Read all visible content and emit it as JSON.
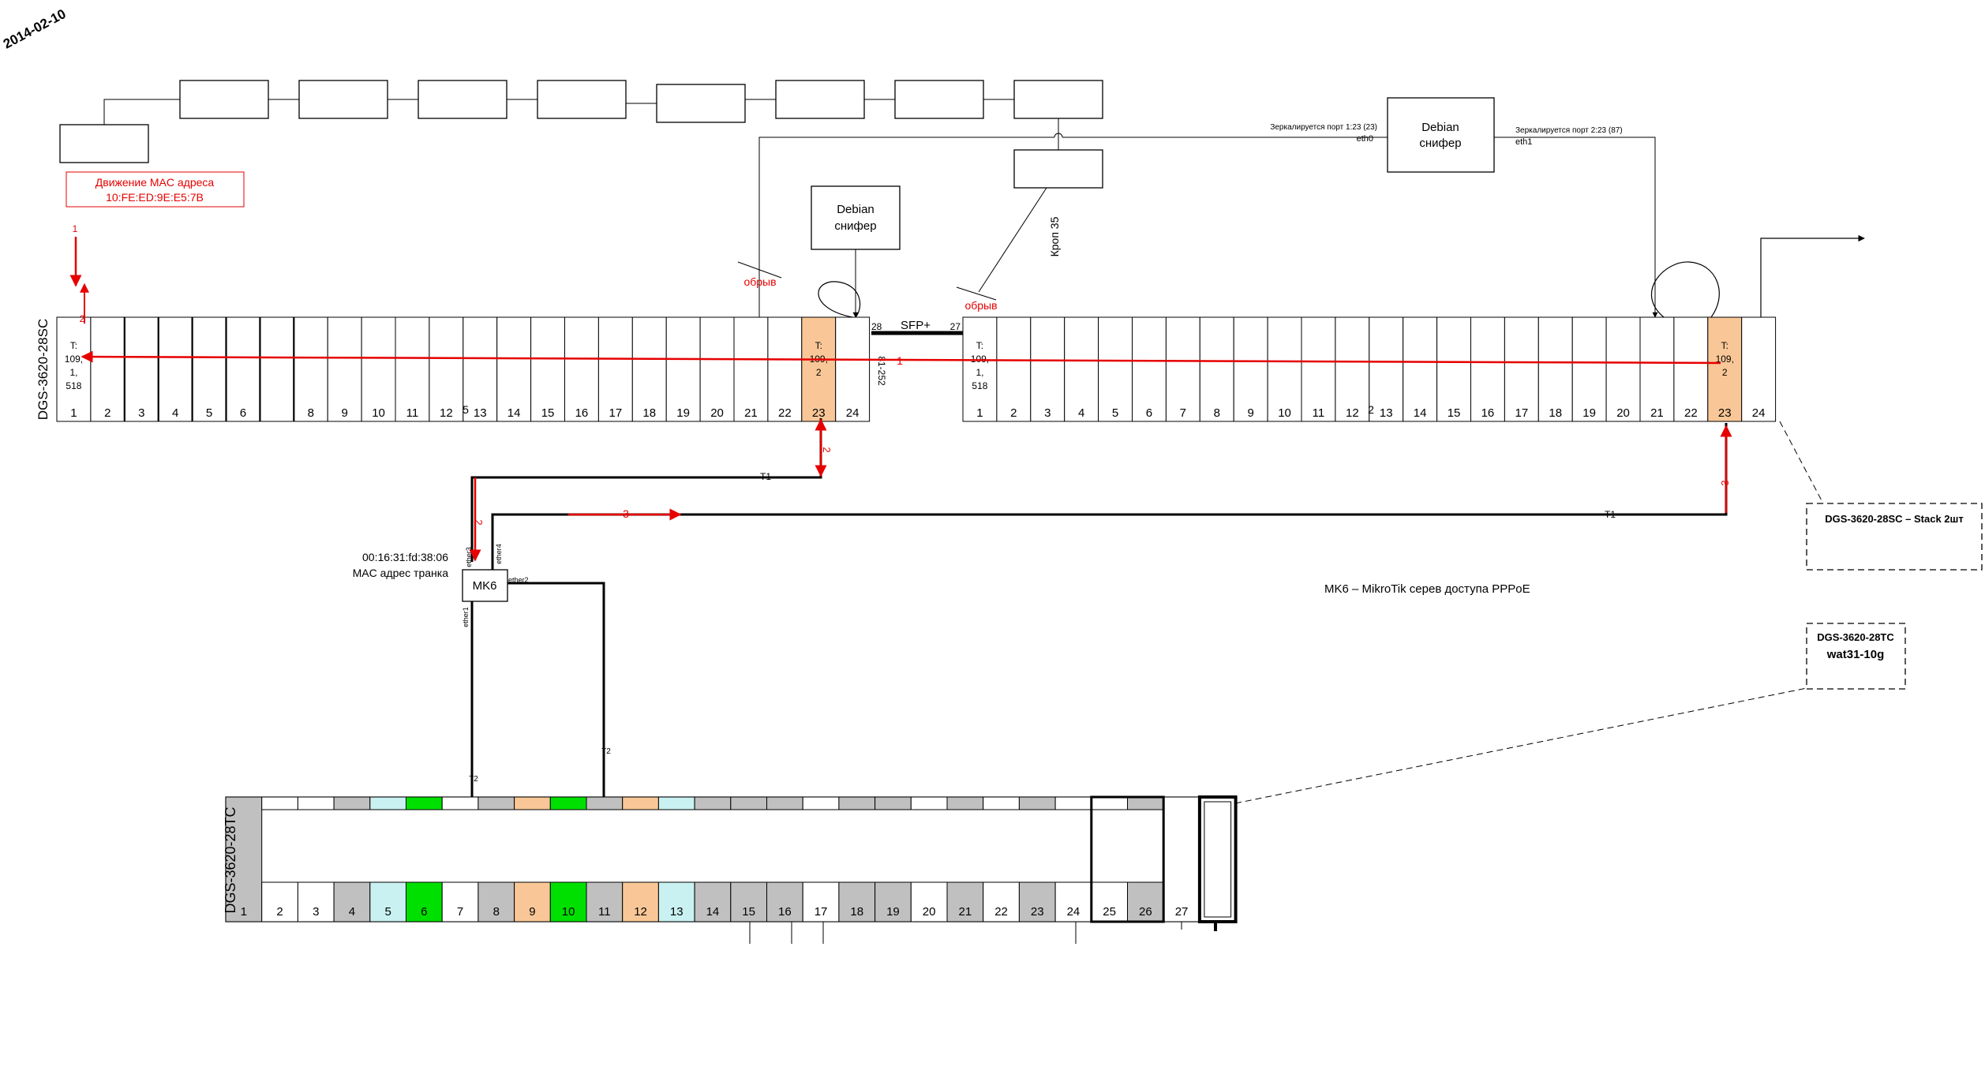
{
  "date_stamp": "2014-02-10",
  "mac_movement": {
    "line1": "Движение MAC адреса",
    "line2": "10:FE:ED:9E:E5:7B"
  },
  "sniffer_left": {
    "line1": "Debian",
    "line2": "снифер"
  },
  "sniffer_right": {
    "line1": "Debian",
    "line2": "снифер"
  },
  "mirror_left": {
    "text": "Зеркалируется порт 1:23 (23)",
    "iface": "eth0"
  },
  "mirror_right": {
    "text": "Зеркалируется порт 2:23 (87)",
    "iface": "eth1"
  },
  "krop_label": "Кроп 35",
  "break_label": "обрыв",
  "sfp_label": "SFP+",
  "sfp_port_left": "28",
  "sfp_port_right": "27",
  "uplink_label": "81-252",
  "switch_stack_name": "DGS-3620-28SC",
  "switch_stack_note": "DGS-3620-28SC – Stack 2шт",
  "stack_ports_1": [
    "1",
    "2",
    "3",
    "4",
    "5",
    "6",
    "",
    "8",
    "9",
    "10",
    "11",
    "12",
    "13",
    "14",
    "15",
    "16",
    "17",
    "18",
    "19",
    "20",
    "21",
    "22",
    "23",
    "24"
  ],
  "stack_ports_2": [
    "1",
    "2",
    "3",
    "4",
    "5",
    "6",
    "7",
    "8",
    "9",
    "10",
    "11",
    "12",
    "13",
    "14",
    "15",
    "16",
    "17",
    "18",
    "19",
    "20",
    "21",
    "22",
    "23",
    "24"
  ],
  "stack_overlay_1": "5",
  "stack_overlay_2": "2",
  "port_tag_left": [
    "T:",
    "109,",
    "1,",
    "518"
  ],
  "port_tag_mid": [
    "T:",
    "109,",
    "2"
  ],
  "port_tag_right": [
    "T:",
    "109,",
    "1,",
    "518"
  ],
  "port_tag_far": [
    "T:",
    "109,",
    "2"
  ],
  "route_labels": {
    "step1": "1",
    "step2": "2",
    "step3": "3",
    "trunk1": "T1",
    "trunk2": "T2"
  },
  "router": {
    "name": "MK6",
    "mac": "00:16:31:fd:38:06",
    "mac_caption": "MAC адрес транка",
    "ether1": "ether1",
    "ether2": "ether2",
    "ether3": "ether3",
    "ether4": "ether4",
    "note": "MK6 – MikroTik серев доступа PPPoE"
  },
  "switch_tc": {
    "name": "DGS-3620-28TC",
    "callout_line1": "DGS-3620-28TC",
    "callout_line2": "wat31-10g",
    "ports": [
      "1",
      "2",
      "3",
      "4",
      "5",
      "6",
      "7",
      "8",
      "9",
      "10",
      "11",
      "12",
      "13",
      "14",
      "15",
      "16",
      "17",
      "18",
      "19",
      "20",
      "21",
      "22",
      "23",
      "24",
      "25",
      "26",
      "27"
    ],
    "port_colors": [
      "#c0c0c0",
      "#ffffff",
      "#ffffff",
      "#c0c0c0",
      "#c9f1f1",
      "#00e000",
      "#ffffff",
      "#c0c0c0",
      "#f9c797",
      "#00e000",
      "#c0c0c0",
      "#f9c797",
      "#c9f1f1",
      "#c0c0c0",
      "#c0c0c0",
      "#c0c0c0",
      "#ffffff",
      "#c0c0c0",
      "#c0c0c0",
      "#ffffff",
      "#c0c0c0",
      "#ffffff",
      "#c0c0c0",
      "#ffffff",
      "#ffffff",
      "#c0c0c0",
      "#ffffff"
    ]
  },
  "colors": {
    "route": "#e60000",
    "highlight": "#f9c797",
    "line": "#000000"
  }
}
